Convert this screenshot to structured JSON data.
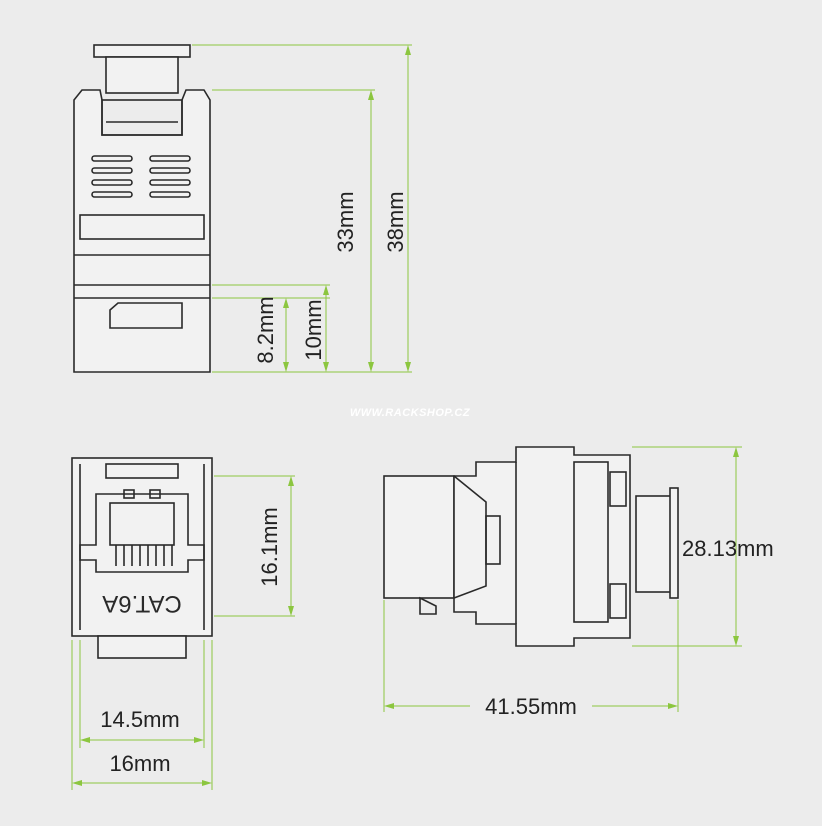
{
  "watermark": "WWW.RACKSHOP.CZ",
  "colors": {
    "background": "#ececec",
    "dimension_line": "#8cc63f",
    "outline": "#2a2a2a"
  },
  "dimensions": {
    "height_total": "38mm",
    "height_body": "33mm",
    "latch_outer": "10mm",
    "latch_inner": "8.2mm",
    "port_height": "16.1mm",
    "width_inner": "14.5mm",
    "width_outer": "16mm",
    "side_height": "28.13mm",
    "side_length": "41.55mm"
  },
  "front_label": "CAT.6A"
}
